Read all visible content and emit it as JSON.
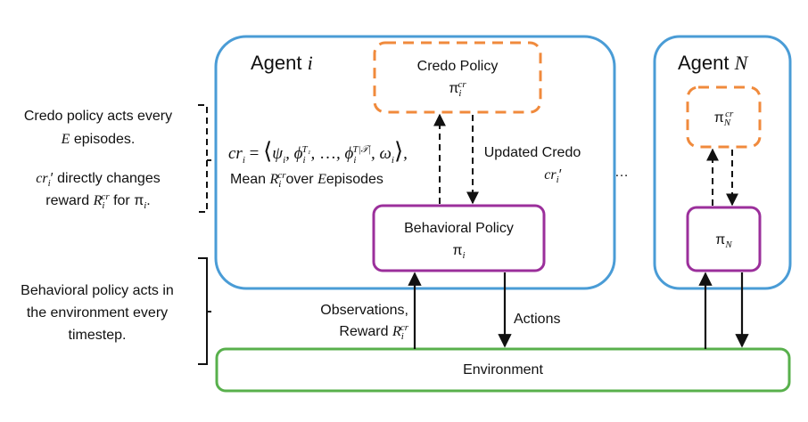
{
  "agent_i": {
    "title": "Agent",
    "title_var": "i",
    "credo_policy": {
      "name": "Credo Policy",
      "symbol": "π",
      "sub": "i",
      "sup": "cr"
    },
    "behavioral_policy": {
      "name": "Behavioral Policy",
      "symbol": "π",
      "sub": "i"
    },
    "credo_vector": {
      "lhs": "cr",
      "lhs_sub": "i",
      "equals": "=",
      "elements": [
        "ψ",
        "ϕ",
        "…",
        "ϕ",
        "ω"
      ],
      "element_subs": [
        "i",
        "i",
        "",
        "i",
        "i"
      ],
      "element_sups": [
        "",
        "T₁",
        "",
        "T|𝒯|",
        ""
      ]
    },
    "reward_text": {
      "prefix": "Mean",
      "symbol": "R",
      "sub": "i",
      "sup": "cr",
      "suffix": "over",
      "var": "E",
      "tail": "episodes"
    },
    "updated_credo": {
      "line1": "Updated Credo",
      "symbol": "cr",
      "sub": "i",
      "prime": "′"
    }
  },
  "agent_n": {
    "title": "Agent",
    "title_var": "N",
    "credo_policy": {
      "symbol": "π",
      "sub": "N",
      "sup": "cr"
    },
    "behavioral_policy": {
      "symbol": "π",
      "sub": "N"
    }
  },
  "ellipsis": "…",
  "environment": {
    "label": "Environment"
  },
  "observations": {
    "line1": "Observations,",
    "prefix": "Reward",
    "symbol": "R",
    "sub": "i",
    "sup": "cr"
  },
  "actions": {
    "label": "Actions"
  },
  "notes": {
    "credo_acts": {
      "line1": "Credo policy acts every",
      "var": "E",
      "line2_tail": "episodes."
    },
    "credo_changes": {
      "symbol": "cr",
      "sub": "i",
      "prime": "′",
      "line1_tail": "directly changes",
      "line2_prefix": "reward",
      "r_symbol": "R",
      "r_sub": "i",
      "r_sup": "cr",
      "line2_mid": "for",
      "pi": "π",
      "pi_sub": "i",
      "end": "."
    },
    "behavioral_acts": {
      "line1": "Behavioral policy acts in",
      "line2": "the environment every",
      "line3": "timestep."
    }
  },
  "colors": {
    "agent": "#4a9cd6",
    "credo": "#f08a3c",
    "behavioral": "#9b2f9b",
    "environment": "#58b04c",
    "text": "#111111"
  }
}
